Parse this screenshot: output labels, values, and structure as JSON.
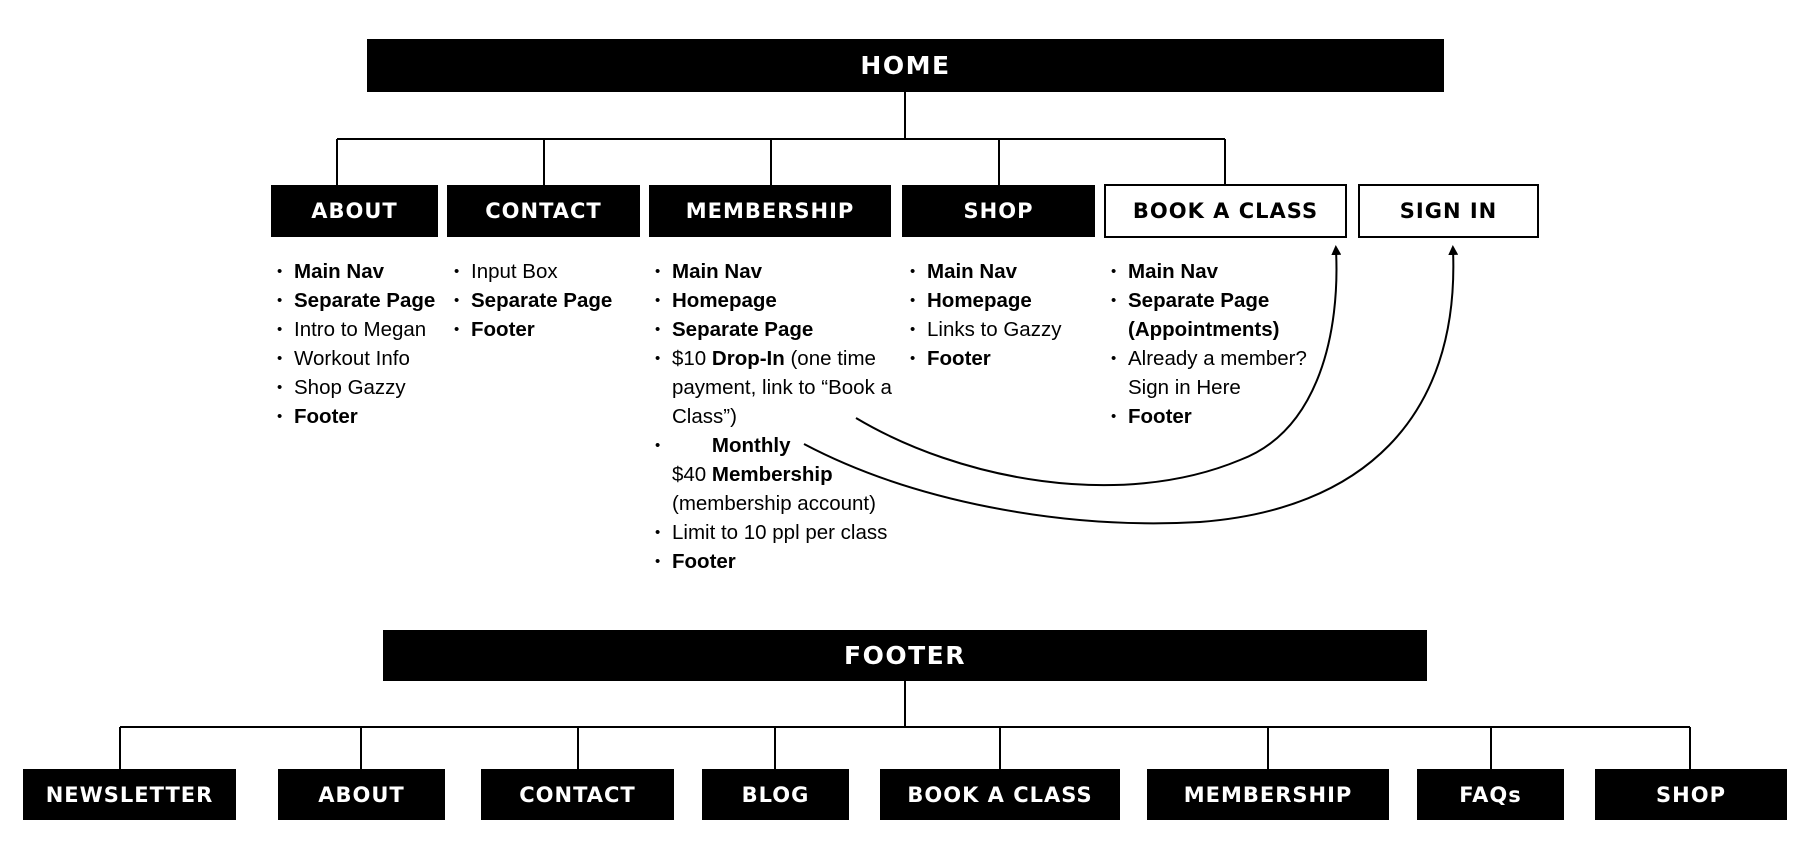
{
  "home": {
    "label": "HOME"
  },
  "footer": {
    "label": "FOOTER"
  },
  "top_nodes": {
    "about": "ABOUT",
    "contact": "CONTACT",
    "membership": "MEMBERSHIP",
    "shop": "SHOP",
    "book": "BOOK A CLASS",
    "signin": "SIGN IN"
  },
  "notes": {
    "about": [
      "Main Nav",
      "Separate Page",
      "Intro to Megan",
      "Workout Info",
      "Shop Gazzy",
      "Footer"
    ],
    "contact": [
      "Input Box",
      "Separate Page",
      "Footer"
    ],
    "membership": {
      "i0": "Main Nav",
      "i1": "Homepage",
      "i2": "Separate Page",
      "i3_pre": "$10 ",
      "i3_bold": "Drop-In",
      "i3_post": " (one time payment, link to “Book a Class”)",
      "i4_pre": "$40 ",
      "i4_bold": "Monthly Membership",
      "i4_post": " (membership account)",
      "i5": "Limit to 10 ppl per class",
      "i6": "Footer"
    },
    "shop": [
      "Main Nav",
      "Homepage",
      "Links to Gazzy",
      "Footer"
    ],
    "book": [
      "Main Nav",
      "Separate Page (Appointments)",
      "Already a member? Sign in Here",
      "Footer"
    ]
  },
  "footer_nodes": [
    "NEWSLETTER",
    "ABOUT",
    "CONTACT",
    "BLOG",
    "BOOK A CLASS",
    "MEMBERSHIP",
    "FAQs",
    "SHOP"
  ]
}
